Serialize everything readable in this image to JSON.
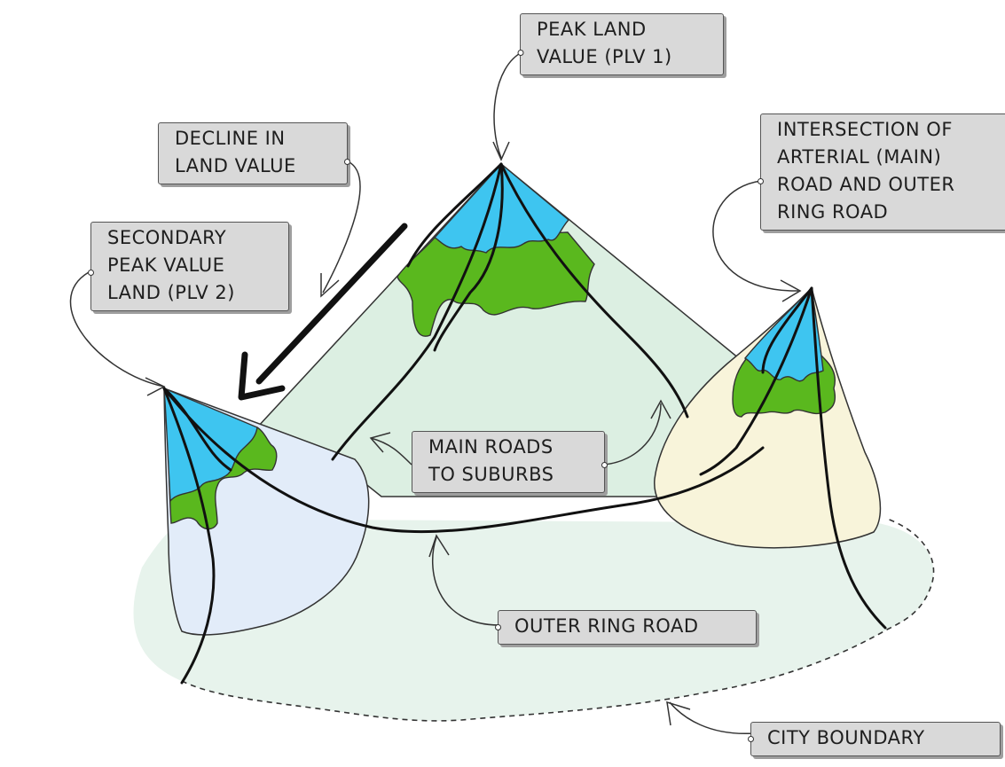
{
  "labels": {
    "plv1": [
      "PEAK LAND",
      "VALUE (PLV 1)"
    ],
    "decline": [
      "DECLINE IN",
      "LAND VALUE"
    ],
    "intersection": [
      "INTERSECTION OF",
      "ARTERIAL (MAIN)",
      "ROAD AND OUTER",
      "RING ROAD"
    ],
    "plv2": [
      "SECONDARY",
      "PEAK VALUE",
      "LAND (PLV 2)"
    ],
    "main_roads": [
      "MAIN ROADS",
      "TO SUBURBS"
    ],
    "ring_road": [
      "OUTER RING ROAD"
    ],
    "boundary": [
      "CITY BOUNDARY"
    ]
  },
  "colors": {
    "city_fill": "#e7f3ec",
    "main_peak_fill": "#dcefe2",
    "left_cone_fill": "#e2ecf9",
    "right_cone_fill": "#f8f4da",
    "peak_blue": "#3ec5f0",
    "peak_green": "#5ab81e",
    "label_bg": "#d9d9d9",
    "road": "#111111"
  }
}
